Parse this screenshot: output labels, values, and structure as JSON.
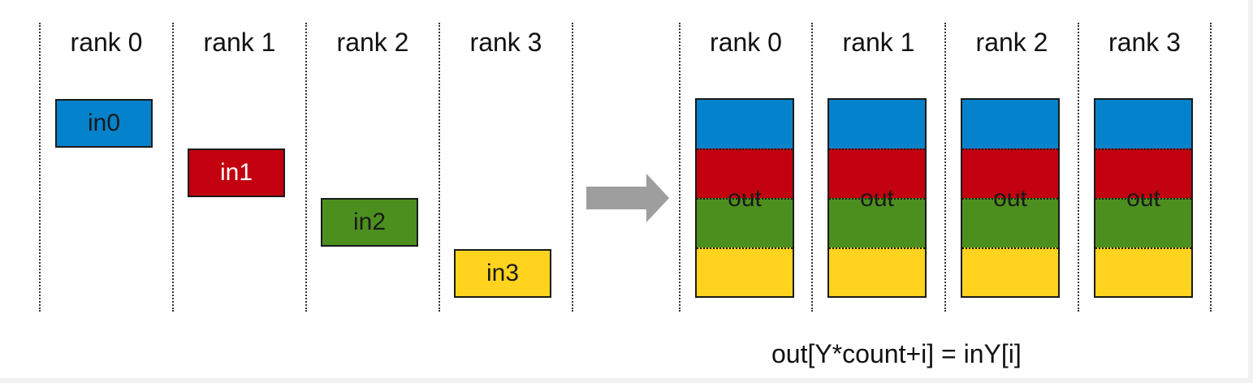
{
  "left_panel": {
    "ranks": [
      {
        "label": "rank 0",
        "input": "in0",
        "color": "#0582cc",
        "text_color": "#1a1a1a"
      },
      {
        "label": "rank 1",
        "input": "in1",
        "color": "#c3000f",
        "text_color": "#ffffff"
      },
      {
        "label": "rank 2",
        "input": "in2",
        "color": "#4c8f1f",
        "text_color": "#1a1a1a"
      },
      {
        "label": "rank 3",
        "input": "in3",
        "color": "#ffd31e",
        "text_color": "#1a1a1a"
      }
    ]
  },
  "arrow": {
    "color": "#9e9e9e",
    "icon": "right-arrow-icon"
  },
  "right_panel": {
    "ranks": [
      {
        "label": "rank 0",
        "output": "out"
      },
      {
        "label": "rank 1",
        "output": "out"
      },
      {
        "label": "rank 2",
        "output": "out"
      },
      {
        "label": "rank 3",
        "output": "out"
      }
    ],
    "segment_colors": [
      "#0582cc",
      "#c3000f",
      "#4c8f1f",
      "#ffd31e"
    ]
  },
  "formula": "out[Y*count+i] = inY[i]"
}
